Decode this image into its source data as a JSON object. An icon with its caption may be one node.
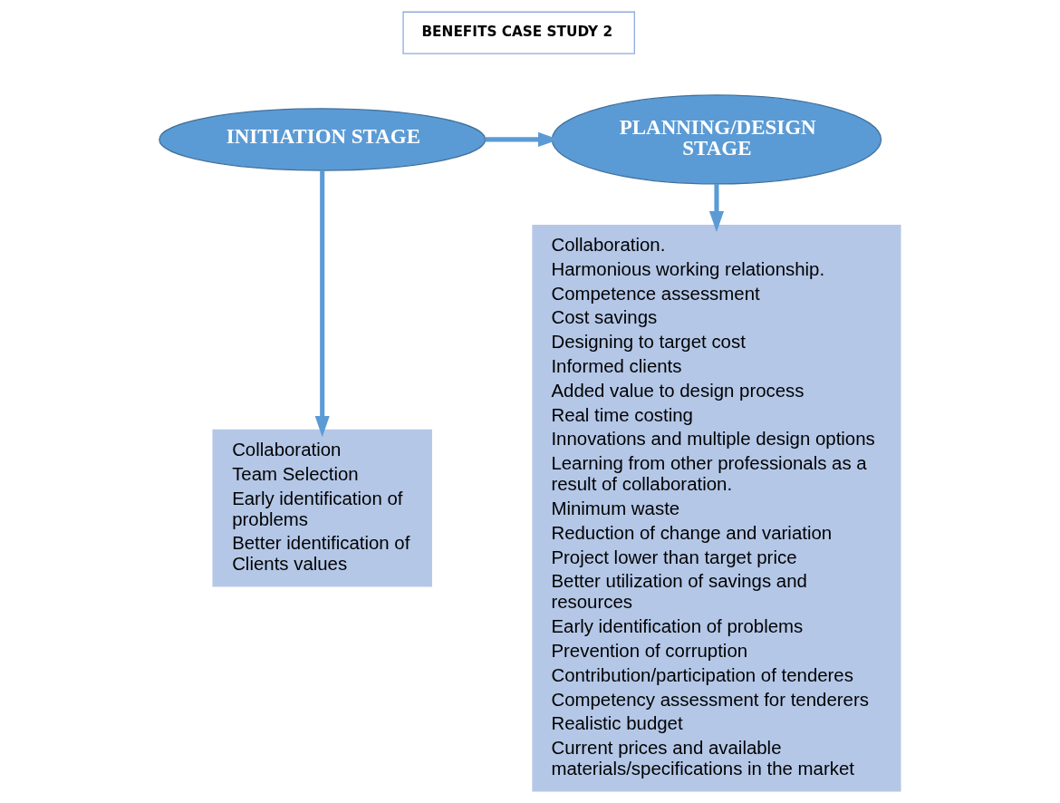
{
  "diagram": {
    "nodes": [
      {
        "text": [
          "BENEFITS CASE STUDY 2"
        ]
      },
      {
        "text": [
          "INITIATION STAGE"
        ]
      },
      {
        "text": [
          "PLANNING/DESIGN STAGE"
        ]
      },
      {
        "text": [
          "Collaboration",
          "Team Selection",
          "Early identification of problems",
          "Better identification of Clients values"
        ]
      },
      {
        "text": [
          "Collaboration.",
          "Harmonious working relationship.",
          "Competence assessment",
          "Cost savings",
          "Designing to target cost",
          "Informed clients",
          "Added value to design process",
          "Real time costing",
          "Innovations and multiple design options",
          "Learning from other professionals as a result of collaboration.",
          "Minimum waste",
          "Reduction of change and variation",
          "Project lower than target price",
          "Better utilization of savings and resources",
          "Early identification of problems",
          "Prevention of corruption",
          "Contribution/participation of tenderes",
          "Competency assessment for tenderers",
          "Realistic budget",
          "Current prices and available materials/specifications in the market"
        ]
      }
    ],
    "edges": [
      {
        "from": 1,
        "to": 2,
        "arrow": "to"
      },
      {
        "from": 1,
        "to": 3,
        "arrow": "to"
      },
      {
        "from": 2,
        "to": 4,
        "arrow": "to"
      }
    ]
  }
}
